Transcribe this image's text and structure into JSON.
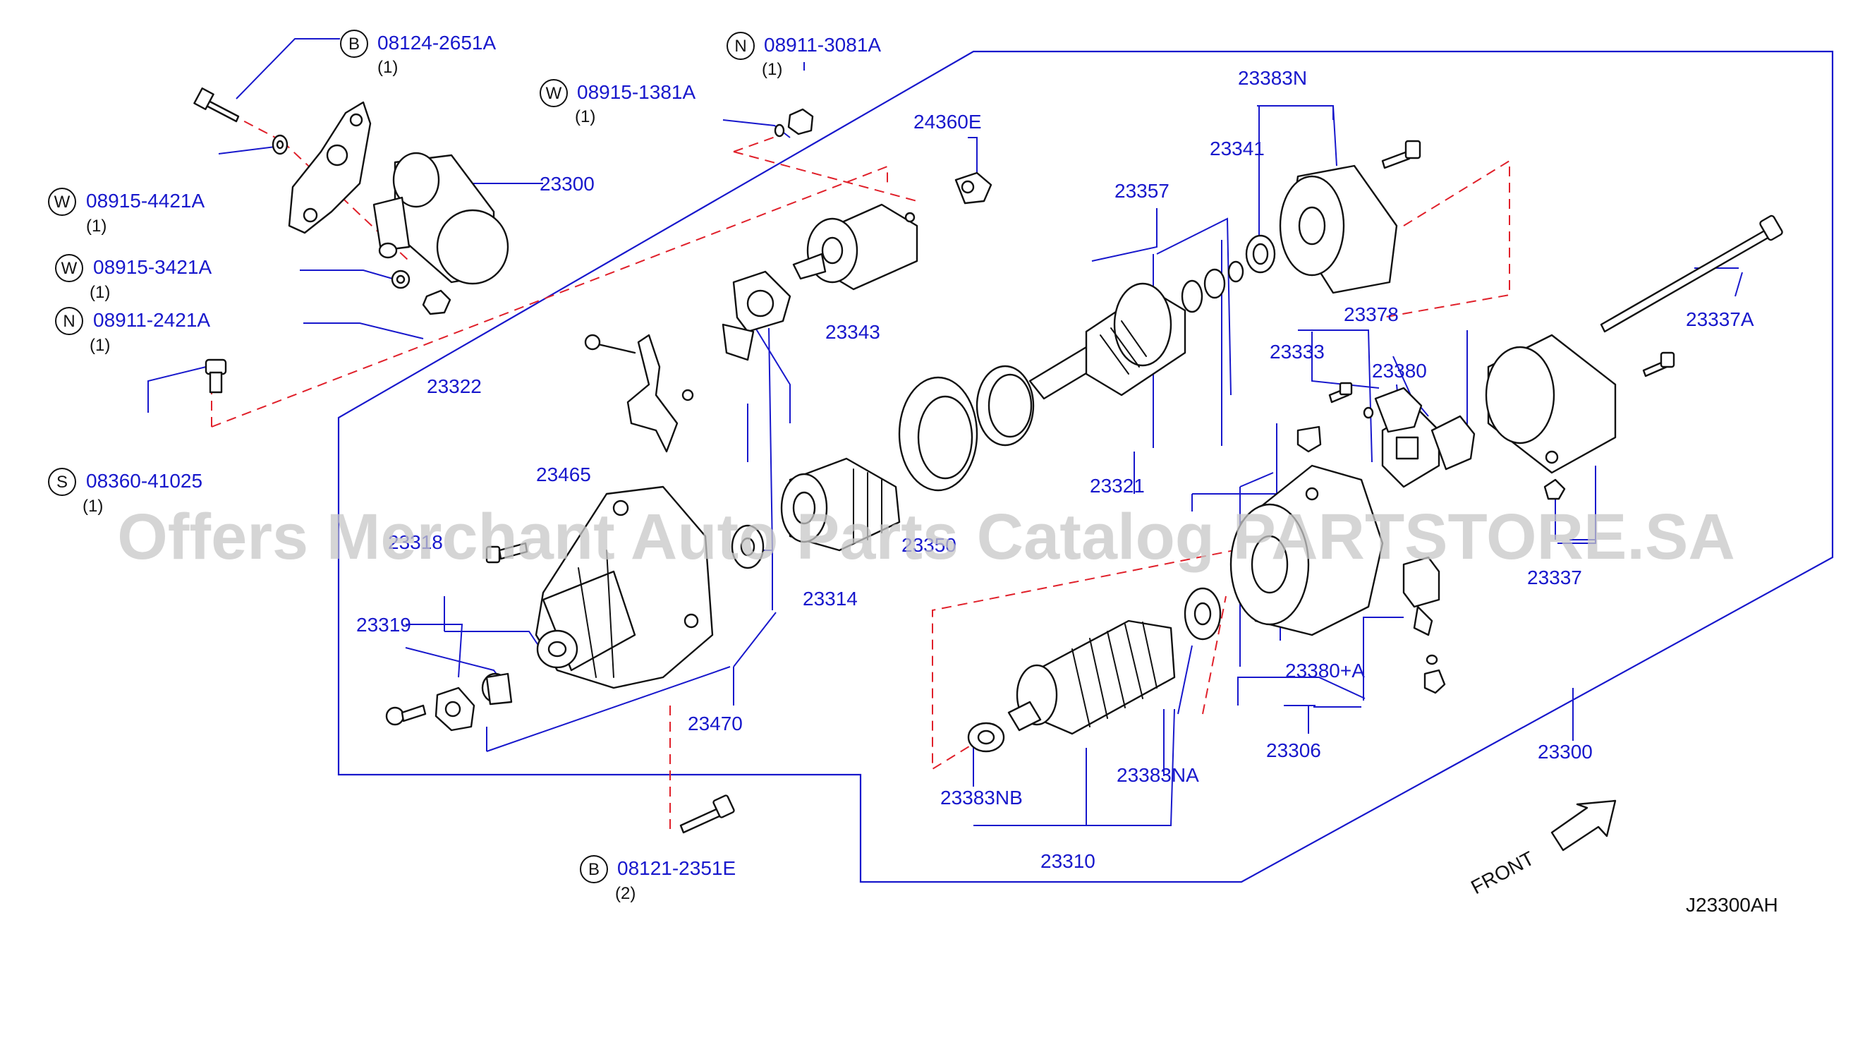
{
  "diagram_code": "J23300AH",
  "front_label": "FRONT",
  "watermark": "Offers Merchant Auto Parts Catalog PARTSTORE.SA",
  "colors": {
    "callout": "#1818cc",
    "dashed_line": "#e0202a",
    "line_art": "#111111",
    "watermark": "#c8c8c8"
  },
  "fasteners": [
    {
      "badge": "B",
      "part": "08124-2651A",
      "qty": "(1)"
    },
    {
      "badge": "N",
      "part": "08911-3081A",
      "qty": "(1)"
    },
    {
      "badge": "W",
      "part": "08915-1381A",
      "qty": "(1)"
    },
    {
      "badge": "W",
      "part": "08915-4421A",
      "qty": "(1)"
    },
    {
      "badge": "W",
      "part": "08915-3421A",
      "qty": "(1)"
    },
    {
      "badge": "N",
      "part": "08911-2421A",
      "qty": "(1)"
    },
    {
      "badge": "S",
      "part": "08360-41025",
      "qty": "(1)"
    },
    {
      "badge": "B",
      "part": "08121-2351E",
      "qty": "(2)"
    }
  ],
  "parts": [
    "23300",
    "24360E",
    "23383N",
    "23341",
    "23357",
    "23343",
    "23322",
    "23378",
    "23333",
    "23380",
    "23337A",
    "23465",
    "23321",
    "23318",
    "23350",
    "23314",
    "23319",
    "23337",
    "23380+A",
    "23470",
    "23306",
    "23383NA",
    "23383NB",
    "23310",
    "23300"
  ]
}
